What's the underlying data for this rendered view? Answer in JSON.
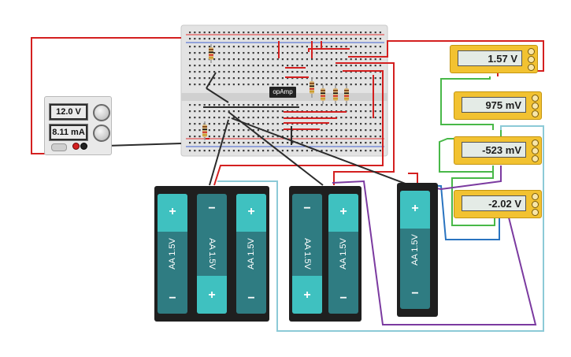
{
  "power_supply": {
    "voltage": "12.0 V",
    "current": "8.11 mA"
  },
  "multimeters": [
    {
      "reading": "1.57 V"
    },
    {
      "reading": "975 mV"
    },
    {
      "reading": "-523 mV"
    },
    {
      "reading": "-2.02 V"
    }
  ],
  "chip": {
    "label": "opAmp"
  },
  "battery_label": "AA 1.5V",
  "plus_sign": "+",
  "minus_sign": "−",
  "colors": {
    "wire_red": "#d42020",
    "wire_black": "#2b2b2b",
    "wire_green": "#48b848",
    "wire_blue": "#2a74c0",
    "wire_cyan": "#7fc8d6",
    "wire_purple": "#7b3aa0",
    "battery_teal": "#2f7c82",
    "battery_cell_light": "#3fc1c0",
    "multimeter_body": "#f2c231"
  },
  "icons": [
    "resistor-icon",
    "battery-pack-icon",
    "knob-icon",
    "terminal-icon"
  ]
}
